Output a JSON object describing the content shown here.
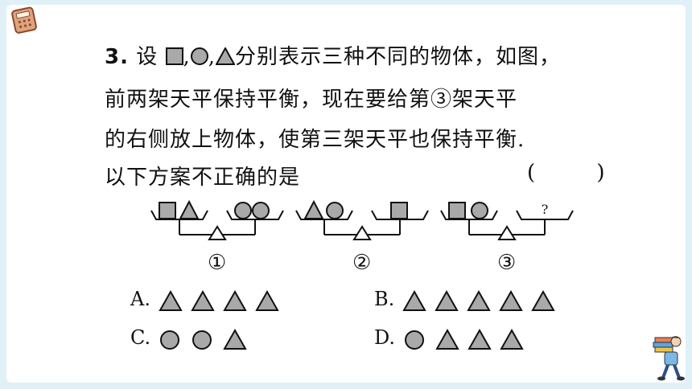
{
  "question": {
    "number": "3.",
    "line1_prefix": "设",
    "line1_rest": "分别表示三种不同的物体，如图，",
    "line2": "前两架天平保持平衡，现在要给第③架天平",
    "line3": "的右侧放上物体，使第三架天平也保持平衡.",
    "line4": "以下方案不正确的是",
    "answer_paren": "(  )"
  },
  "scales": [
    {
      "label": "①",
      "left": [
        "square",
        "triangle"
      ],
      "right": [
        "circle",
        "circle"
      ]
    },
    {
      "label": "②",
      "left": [
        "triangle",
        "circle"
      ],
      "right": [
        "square"
      ]
    },
    {
      "label": "③",
      "left": [
        "square",
        "circle"
      ],
      "right_text": "?"
    }
  ],
  "options": [
    {
      "letter": "A.",
      "shapes": [
        "triangle",
        "triangle",
        "triangle",
        "triangle"
      ]
    },
    {
      "letter": "B.",
      "shapes": [
        "triangle",
        "triangle",
        "triangle",
        "triangle",
        "triangle"
      ]
    },
    {
      "letter": "C.",
      "shapes": [
        "circle",
        "circle",
        "triangle"
      ]
    },
    {
      "letter": "D.",
      "shapes": [
        "circle",
        "triangle",
        "triangle",
        "triangle"
      ]
    }
  ],
  "colors": {
    "shape_fill": "#a9a9a9",
    "background": "#dff1f7"
  },
  "icons": [
    "calculator-icon",
    "student-with-books-icon"
  ]
}
